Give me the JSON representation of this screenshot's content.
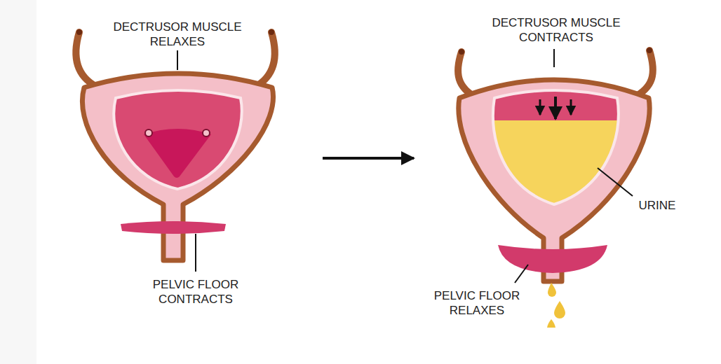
{
  "diagram": {
    "labels": [
      "DECTRUSOR MUSCLE RELAXES",
      "PELVIC FLOOR CONTRACTS",
      "DECTRUSOR MUSCLE CONTRACTS",
      "URINE",
      "PELVIC FLOOR RELAXES"
    ]
  }
}
